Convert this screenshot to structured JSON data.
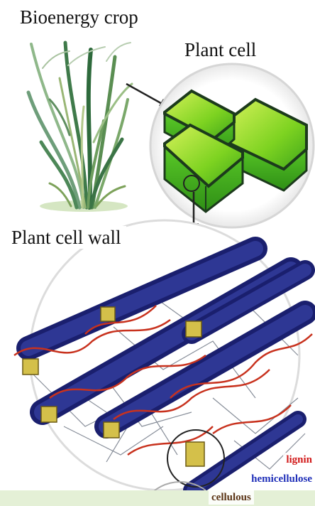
{
  "labels": {
    "crop": "Bioenergy crop",
    "cell": "Plant cell",
    "wall": "Plant cell wall"
  },
  "legend": [
    {
      "text": "lignin",
      "color": "#d11a1a"
    },
    {
      "text": "hemicellulose",
      "color": "#1f2fb8"
    },
    {
      "text": "cellulous",
      "color": "#5a3414"
    }
  ]
}
